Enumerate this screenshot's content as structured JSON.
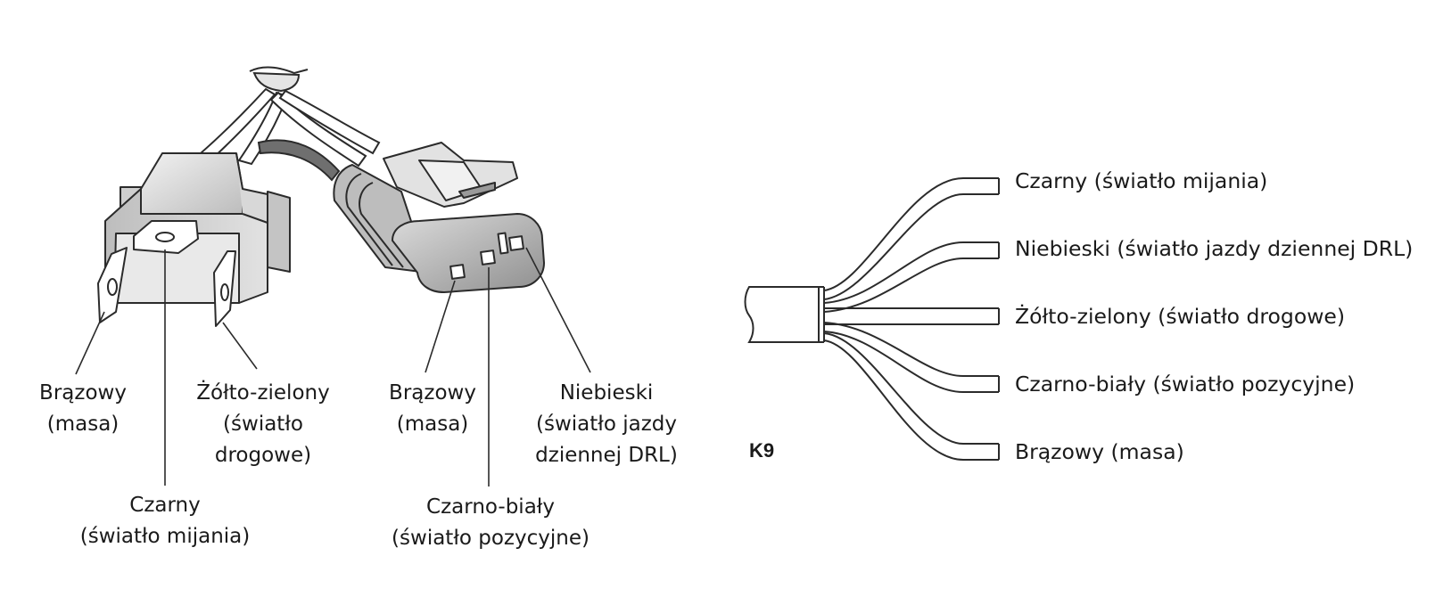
{
  "plug_labels": {
    "brown_left": {
      "line1": "Brązowy",
      "line2": "(masa)"
    },
    "yellow_green": {
      "line1": "Żółto-zielony",
      "line2": "(światło",
      "line3": "drogowe)"
    },
    "black": {
      "line1": "Czarny",
      "line2": "(światło mijania)"
    },
    "brown_right": {
      "line1": "Brązowy",
      "line2": "(masa)"
    },
    "blue": {
      "line1": "Niebieski",
      "line2": "(światło jazdy",
      "line3": "dziennej DRL)"
    },
    "black_white": {
      "line1": "Czarno-biały",
      "line2": "(światło pozycyjne)"
    }
  },
  "cable": {
    "tag": "K9",
    "wires": [
      {
        "label": "Czarny (światło mijania)"
      },
      {
        "label": "Niebieski (światło jazdy dziennej DRL)"
      },
      {
        "label": "Żółto-zielony (światło drogowe)"
      },
      {
        "label": "Czarno-biały (światło pozycyjne)"
      },
      {
        "label": "Brązowy (masa)"
      }
    ]
  },
  "colors": {
    "outline": "#2b2b2b",
    "plastic_light": "#e6e6e6",
    "plastic_mid": "#cfcfcf",
    "plastic_dark": "#9a9a9a",
    "wire_white": "#ffffff"
  }
}
